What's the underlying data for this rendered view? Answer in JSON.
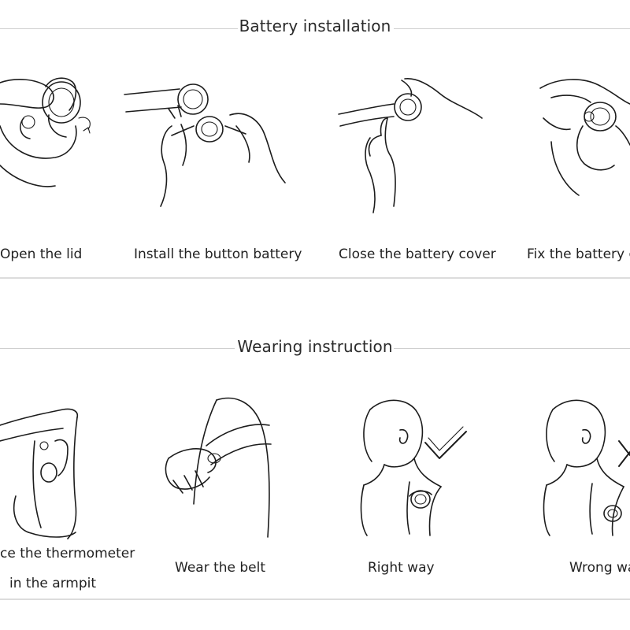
{
  "battery_section": {
    "title": "Battery installation",
    "steps": [
      {
        "caption": "Open the lid",
        "icon": "open-lid-illustration"
      },
      {
        "caption": "Install the button battery",
        "icon": "install-battery-illustration"
      },
      {
        "caption": "Close the battery cover",
        "icon": "close-cover-illustration"
      },
      {
        "caption": "Fix the battery c",
        "icon": "fix-cover-illustration"
      }
    ]
  },
  "wearing_section": {
    "title": "Wearing instruction",
    "steps": [
      {
        "caption_line1": "ce the thermometer",
        "caption_line2": "in the armpit",
        "icon": "armpit-placement-illustration"
      },
      {
        "caption": "Wear the belt",
        "icon": "wear-belt-illustration"
      },
      {
        "caption": "Right way",
        "icon": "right-way-illustration",
        "mark": "check-mark"
      },
      {
        "caption": "Wrong wa",
        "icon": "wrong-way-illustration",
        "mark": "cross-mark"
      }
    ]
  }
}
